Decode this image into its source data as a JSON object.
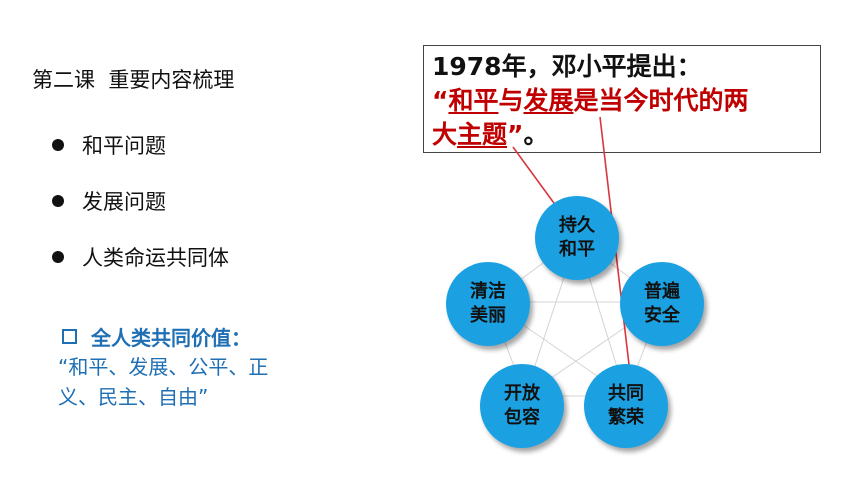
{
  "left": {
    "title": "第二课  重要内容梳理",
    "bullets": [
      "和平问题",
      "发展问题",
      "人类命运共同体"
    ],
    "values_heading": "全人类共同价值：",
    "values_text": "“和平、发展、公平、正义、民主、自由”"
  },
  "quote": {
    "line1": "1978年，邓小平提出：",
    "open_quote": "“",
    "part1": "和平",
    "part2": "与",
    "part3": "发展",
    "part4": "是当今时代的两",
    "part5": "大",
    "part6": "主题",
    "close": "”",
    "period": "。"
  },
  "circles": [
    {
      "top": "持久",
      "bottom": "和平"
    },
    {
      "top": "普遍",
      "bottom": "安全"
    },
    {
      "top": "共同",
      "bottom": "繁荣"
    },
    {
      "top": "开放",
      "bottom": "包容"
    },
    {
      "top": "清洁",
      "bottom": "美丽"
    }
  ],
  "colors": {
    "accent_blue": "#1f6fb4",
    "circle_blue": "#1ba1e2",
    "quote_red": "#c00000"
  }
}
